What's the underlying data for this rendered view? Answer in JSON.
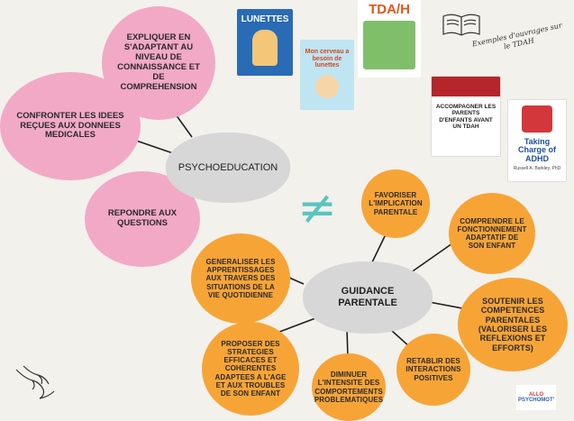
{
  "hubs": {
    "psycho": "PSYCHOEDUCATION",
    "guidance": "GUIDANCE PARENTALE"
  },
  "pink_bubbles": {
    "explain": "EXPLIQUER EN S'ADAPTANT AU NIVEAU DE CONNAISSANCE ET DE COMPREHENSION",
    "confront": "CONFRONTER LES IDEES REÇUES AUX DONNEES MEDICALES",
    "answer": "REPONDRE AUX QUESTIONS"
  },
  "orange_bubbles": {
    "involve": "FAVORISER L'IMPLICATION PARENTALE",
    "understand": "COMPRENDRE LE FONCTIONNEMENT ADAPTATIF DE SON ENFANT",
    "generalize": "GENERALISER LES APPRENTISSAGES AUX TRAVERS DES SITUATIONS DE LA VIE QUOTIDIENNE",
    "support": "SOUTENIR LES COMPETENCES PARENTALES (VALORISER LES REFLEXIONS ET EFFORTS)",
    "strategies": "PROPOSER DES STRATEGIES EFFICACES ET COHERENTES ADAPTEES A L'AGE ET AUX TROUBLES DE SON ENFANT",
    "reduce": "DIMINUER L'INTENSITE DES COMPORTEMENTS PROBLEMATIQUES",
    "restore": "RETABLIR DES INTERACTIONS POSITIVES"
  },
  "symbol": "≠",
  "books": {
    "lunettes": "LUNETTES",
    "cerveau": "Mon cerveau a besoin de lunettes",
    "tdah": "TDA/H",
    "accompagner": "ACCOMPAGNER LES PARENTS D'ENFANTS AVANT UN TDAH",
    "taking_charge": "Taking Charge of ADHD",
    "author": "Russell A. Barkley, PhD"
  },
  "caption": "Exemples d'ouvrages sur le TDAH",
  "logo": {
    "line1": "ALLO",
    "line2": "PSYCHOMOT'"
  },
  "colors": {
    "pink": "#f2a9c6",
    "orange": "#f7a437",
    "hub_gray": "#d7d7d7",
    "neq_teal": "#5ac4c0",
    "background": "#f2f1ec"
  }
}
